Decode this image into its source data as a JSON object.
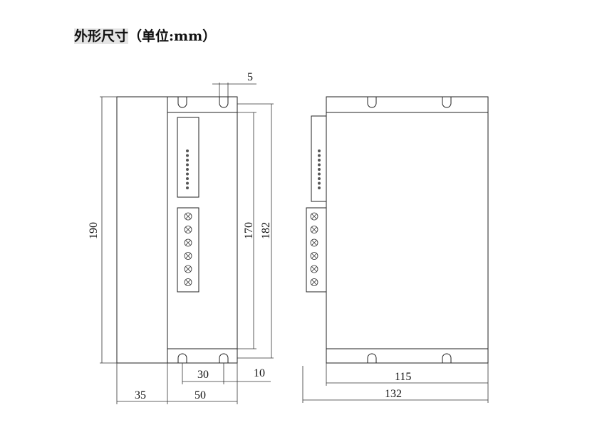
{
  "title": {
    "highlight": "外形尺寸",
    "rest": "（单位:mm）"
  },
  "dimensions": {
    "slot_width": "5",
    "total_height": "190",
    "inner_height": "170",
    "outer_height": "182",
    "hole_spacing": "30",
    "hole_offset": "10",
    "flange_depth": "35",
    "front_width": "50",
    "side_inner_width": "115",
    "side_total_width": "132"
  },
  "terminal_count": 6,
  "led_count": 9,
  "colors": {
    "line": "#222222",
    "title_highlight": "#e4e4e4"
  }
}
